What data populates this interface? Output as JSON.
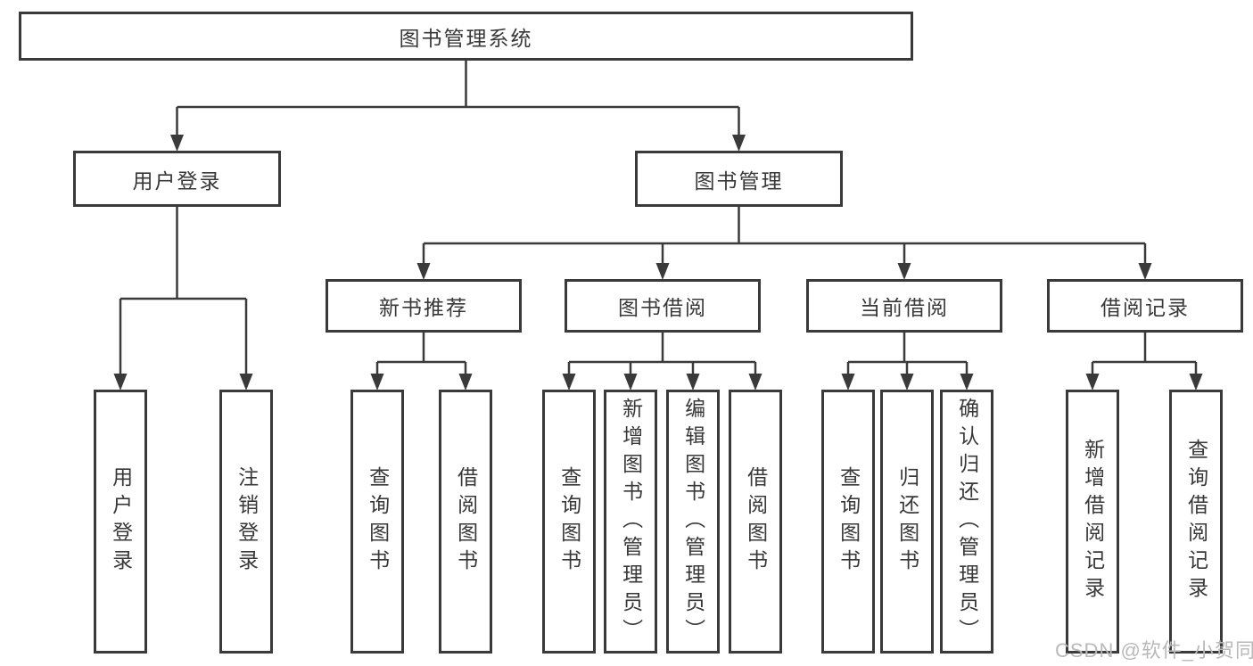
{
  "colors": {
    "line": "#3a3a3a",
    "box_border": "#3a3a3a",
    "box_background": "#ffffff",
    "text": "#383838",
    "watermark": "#b9b9b9",
    "page_background": "#ffffff"
  },
  "diagram": {
    "root": {
      "label": "图书管理系统"
    },
    "branches": [
      {
        "label": "用户登录",
        "children": [
          {
            "label": "用户登录"
          },
          {
            "label": "注销登录"
          }
        ]
      },
      {
        "label": "图书管理",
        "sections": [
          {
            "label": "新书推荐",
            "children": [
              {
                "label": "查询图书"
              },
              {
                "label": "借阅图书"
              }
            ]
          },
          {
            "label": "图书借阅",
            "children": [
              {
                "label": "查询图书"
              },
              {
                "label": "新增图书（管理员）"
              },
              {
                "label": "编辑图书（管理员）"
              },
              {
                "label": "借阅图书"
              }
            ]
          },
          {
            "label": "当前借阅",
            "children": [
              {
                "label": "查询图书"
              },
              {
                "label": "归还图书"
              },
              {
                "label": "确认归还（管理员）"
              }
            ]
          },
          {
            "label": "借阅记录",
            "children": [
              {
                "label": "新增借阅记录"
              },
              {
                "label": "查询借阅记录"
              }
            ]
          }
        ]
      }
    ]
  },
  "watermark": {
    "text": "CSDN @软件_小贺同学"
  }
}
